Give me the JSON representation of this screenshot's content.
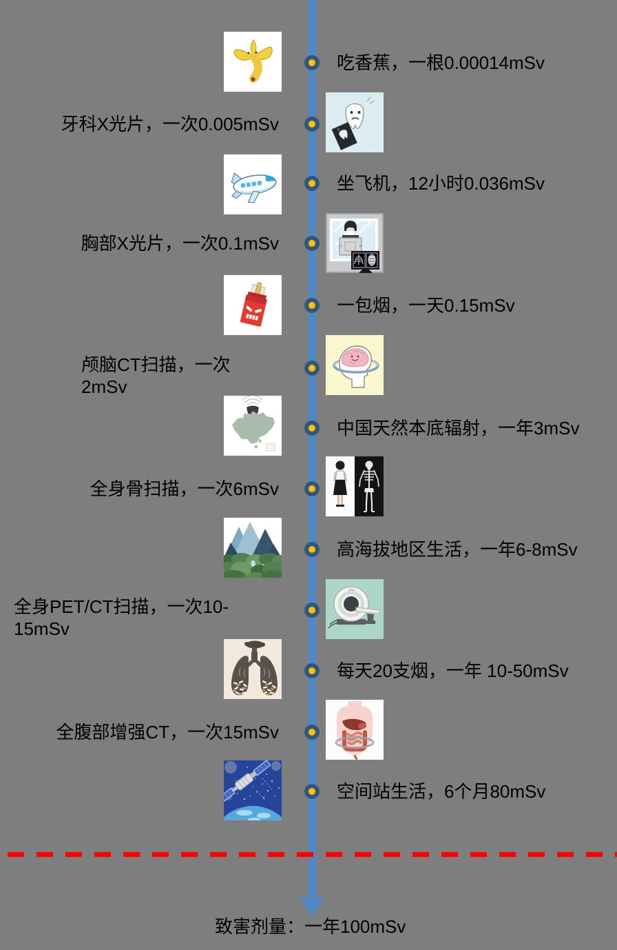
{
  "background_color": "#7E7E7E",
  "timeline": {
    "line_color": "#5088C7",
    "node_ring_color": "#2F567D",
    "node_core_color": "#FFC000",
    "threshold_line_color": "#FE0000"
  },
  "items": [
    {
      "icon": "banana",
      "label": "吃香蕉，一根0.00014mSv",
      "text_side": "right"
    },
    {
      "icon": "dental-xray",
      "label": "牙科X光片，一次0.005mSv",
      "text_side": "left"
    },
    {
      "icon": "airplane",
      "label": "坐飞机，12小时0.036mSv",
      "text_side": "right"
    },
    {
      "icon": "chest-xray-room",
      "label": "胸部X光片，一次0.1mSv",
      "text_side": "left"
    },
    {
      "icon": "cigarette-pack",
      "label": "一包烟，一天0.15mSv",
      "text_side": "right"
    },
    {
      "icon": "head-ct",
      "label": "颅脑CT扫描，一次\n2mSv",
      "text_side": "left"
    },
    {
      "icon": "china-map",
      "label": "中国天然本底辐射，一年3mSv",
      "text_side": "right"
    },
    {
      "icon": "bone-scan",
      "label": "全身骨扫描，一次6mSv",
      "text_side": "left"
    },
    {
      "icon": "mountains",
      "label": "高海拔地区生活，一年6-8mSv",
      "text_side": "right"
    },
    {
      "icon": "pet-ct-scanner",
      "label": "全身PET/CT扫描，一次10-\n15mSv",
      "text_side": "left"
    },
    {
      "icon": "smoking-lungs",
      "label": "每天20支烟，一年 10-50mSv",
      "text_side": "right"
    },
    {
      "icon": "abdomen-ct",
      "label": "全腹部增强CT，一次15mSv",
      "text_side": "left"
    },
    {
      "icon": "space-station",
      "label": "空间站生活，6个月80mSv",
      "text_side": "right"
    }
  ],
  "footer": {
    "label": "致害剂量：一年100mSv"
  }
}
